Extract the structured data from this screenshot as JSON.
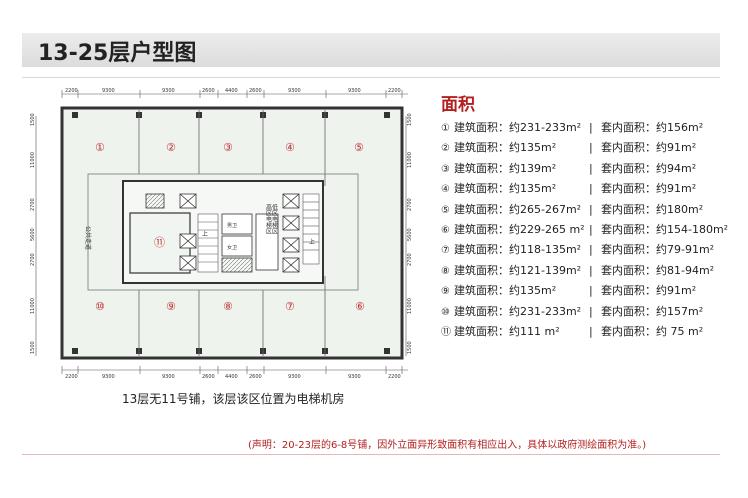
{
  "header": {
    "title": "13-25层户型图"
  },
  "plan": {
    "dims_top": [
      "2200",
      "9300",
      "9300",
      "2600",
      "4400",
      "2600",
      "9300",
      "9300",
      "2200"
    ],
    "dims_bottom": [
      "2200",
      "9300",
      "9300",
      "2600",
      "4400",
      "2600",
      "9300",
      "9300",
      "2200"
    ],
    "dims_left": [
      "1500",
      "11000",
      "2700",
      "5600",
      "2700",
      "11000",
      "1500"
    ],
    "dims_right": [
      "1500",
      "11000",
      "2700",
      "5600",
      "2700",
      "11000",
      "1500"
    ],
    "units": [
      "①",
      "②",
      "③",
      "④",
      "⑤",
      "⑥",
      "⑦",
      "⑧",
      "⑨",
      "⑩",
      "⑪"
    ],
    "labels": {
      "left_corridor": "公共走道",
      "elevator_zone_high": "高区电梯区",
      "elevator_zone_low": "低区电梯区",
      "up_left": "上",
      "up_right": "上",
      "male_toilet": "男卫",
      "female_toilet": "女卫"
    }
  },
  "areas": {
    "title": "面积",
    "building_label": "建筑面积",
    "inner_label": "套内面积",
    "separator": "|",
    "items": [
      {
        "no": "①",
        "building": "约231-233m²",
        "inner": "约156m²"
      },
      {
        "no": "②",
        "building": "约135m²",
        "inner": "约91m²"
      },
      {
        "no": "③",
        "building": "约139m²",
        "inner": "约94m²"
      },
      {
        "no": "④",
        "building": "约135m²",
        "inner": "约91m²"
      },
      {
        "no": "⑤",
        "building": "约265-267m²",
        "inner": "约180m²"
      },
      {
        "no": "⑥",
        "building": "约229-265 m²",
        "inner": "约154-180m²"
      },
      {
        "no": "⑦",
        "building": "约118-135m²",
        "inner": "约79-91m²"
      },
      {
        "no": "⑧",
        "building": "约121-139m²",
        "inner": "约81-94m²"
      },
      {
        "no": "⑨",
        "building": "约135m²",
        "inner": "约91m²"
      },
      {
        "no": "⑩",
        "building": "约231-233m²",
        "inner": "约157m²"
      },
      {
        "no": "⑪",
        "building": "约111 m²",
        "inner": "约 75 m²"
      }
    ]
  },
  "note_11": "13层无11号铺，该层该区位置为电梯机房",
  "disclaimer": "(声明：20-23层的6-8号铺，因外立面异形致面积有相应出入，具体以政府测绘面积为准。)"
}
